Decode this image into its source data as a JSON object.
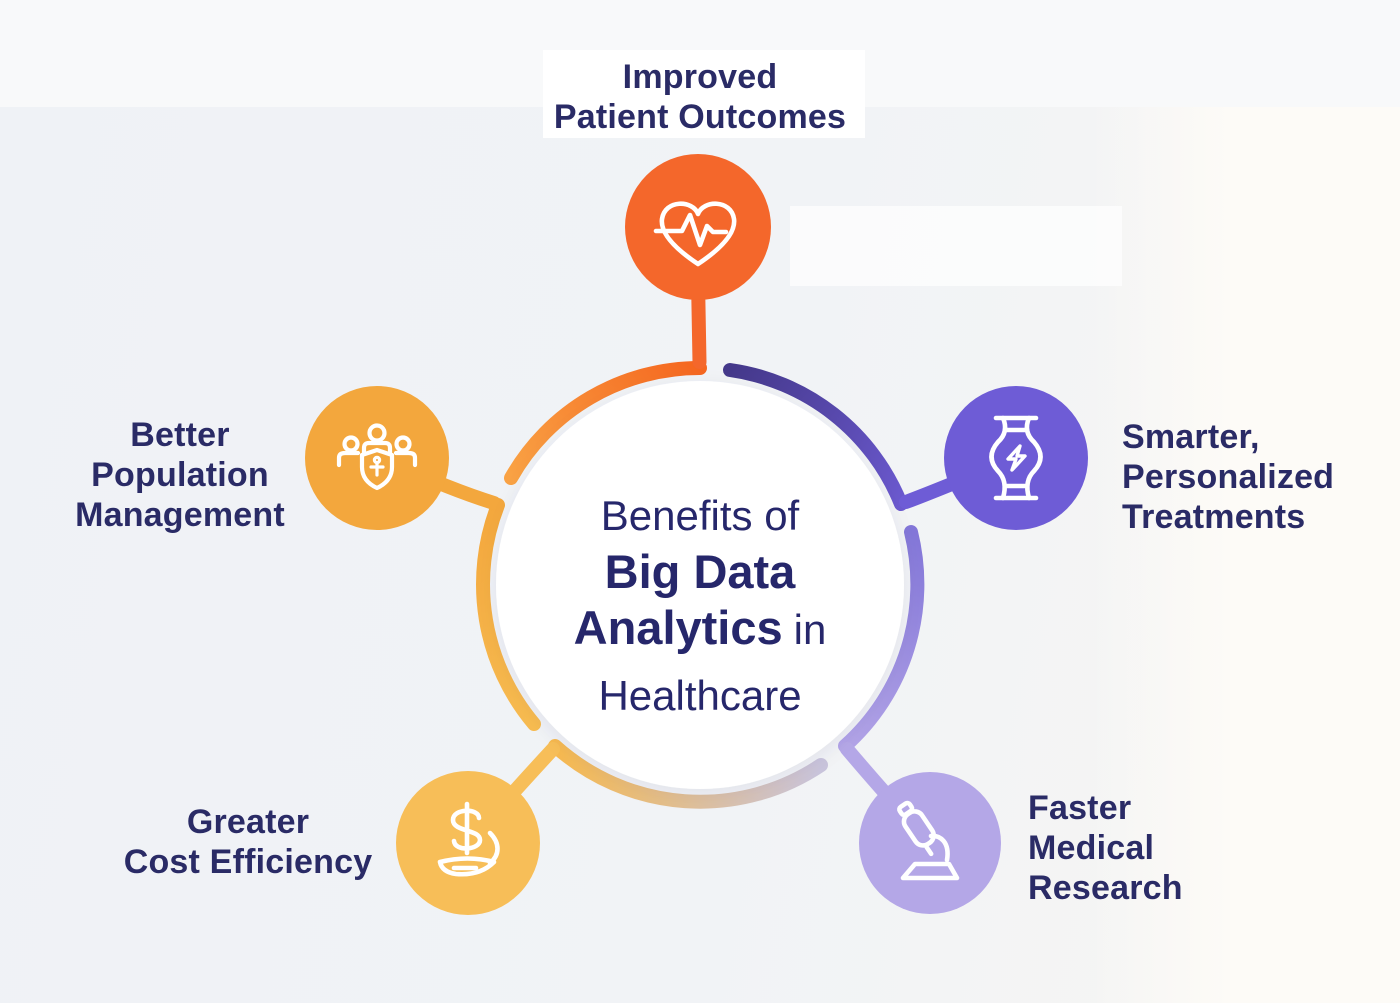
{
  "center_title": {
    "line1": "Benefits of",
    "line2": "Big Data",
    "line3_bold": "Analytics",
    "line3_rest": "in",
    "line4": "Healthcare"
  },
  "nodes": [
    {
      "id": "improved-patient-outcomes",
      "label_lines": [
        "Improved",
        "Patient Outcomes"
      ],
      "color": "#f4672b",
      "icon": "heart-pulse-icon"
    },
    {
      "id": "smarter-personalized-treatments",
      "label_lines": [
        "Smarter,",
        "Personalized",
        "Treatments"
      ],
      "color": "#6e5cd6",
      "icon": "dna-icon"
    },
    {
      "id": "faster-medical-research",
      "label_lines": [
        "Faster",
        "Medical",
        "Research"
      ],
      "color": "#b4a7e7",
      "icon": "microscope-icon"
    },
    {
      "id": "greater-cost-efficiency",
      "label_lines": [
        "Greater",
        "Cost Efficiency"
      ],
      "color": "#f7be58",
      "icon": "dollar-hand-icon"
    },
    {
      "id": "better-population-management",
      "label_lines": [
        "Better",
        "Population",
        "Management"
      ],
      "color": "#f3a73d",
      "icon": "people-shield-icon"
    }
  ],
  "ring": {
    "orange": [
      "#f9a244",
      "#f5661f"
    ],
    "purple": [
      "#44388a",
      "#6b59cf"
    ],
    "lilac": [
      "#8376d8",
      "#b2a4e7"
    ],
    "bottom": [
      "#c9c4dc",
      "#f7b94e"
    ],
    "left_arc": [
      "#f7bb50",
      "#f3a73d"
    ]
  },
  "palette": {
    "background": "#f0f2f6",
    "text": "#2a2b66",
    "center_circle": "#ffffff",
    "icon_stroke": "#ffffff"
  }
}
